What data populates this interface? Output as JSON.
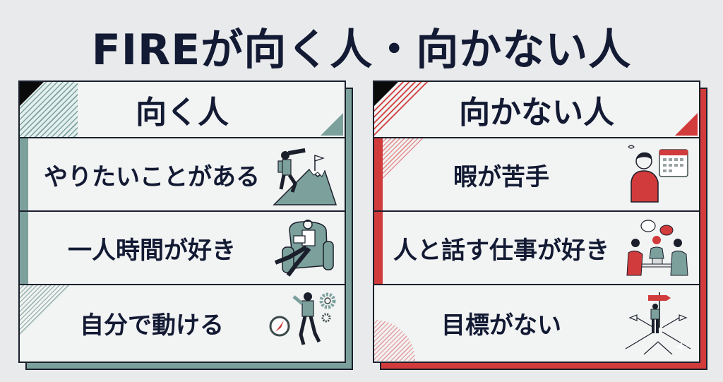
{
  "title": "FIREが向く人・向かない人",
  "colors": {
    "suited_accent": "#7ca19c",
    "unsuited_accent": "#d13b3b",
    "text": "#131a33",
    "background": "#e9eaec"
  },
  "suited": {
    "heading": "向く人",
    "items": [
      {
        "label": "やりたいことがある",
        "icon": "climber-telescope-mountain-icon"
      },
      {
        "label": "一人時間が好き",
        "icon": "reading-armchair-icon"
      },
      {
        "label": "自分で動ける",
        "icon": "compass-gears-person-icon"
      }
    ]
  },
  "unsuited": {
    "heading": "向かない人",
    "items": [
      {
        "label": "暇が苦手",
        "icon": "bored-person-calendar-icon"
      },
      {
        "label": "人と話す仕事が好き",
        "icon": "meeting-conversation-icon"
      },
      {
        "label": "目標がない",
        "icon": "crossroads-signpost-icon"
      }
    ]
  }
}
